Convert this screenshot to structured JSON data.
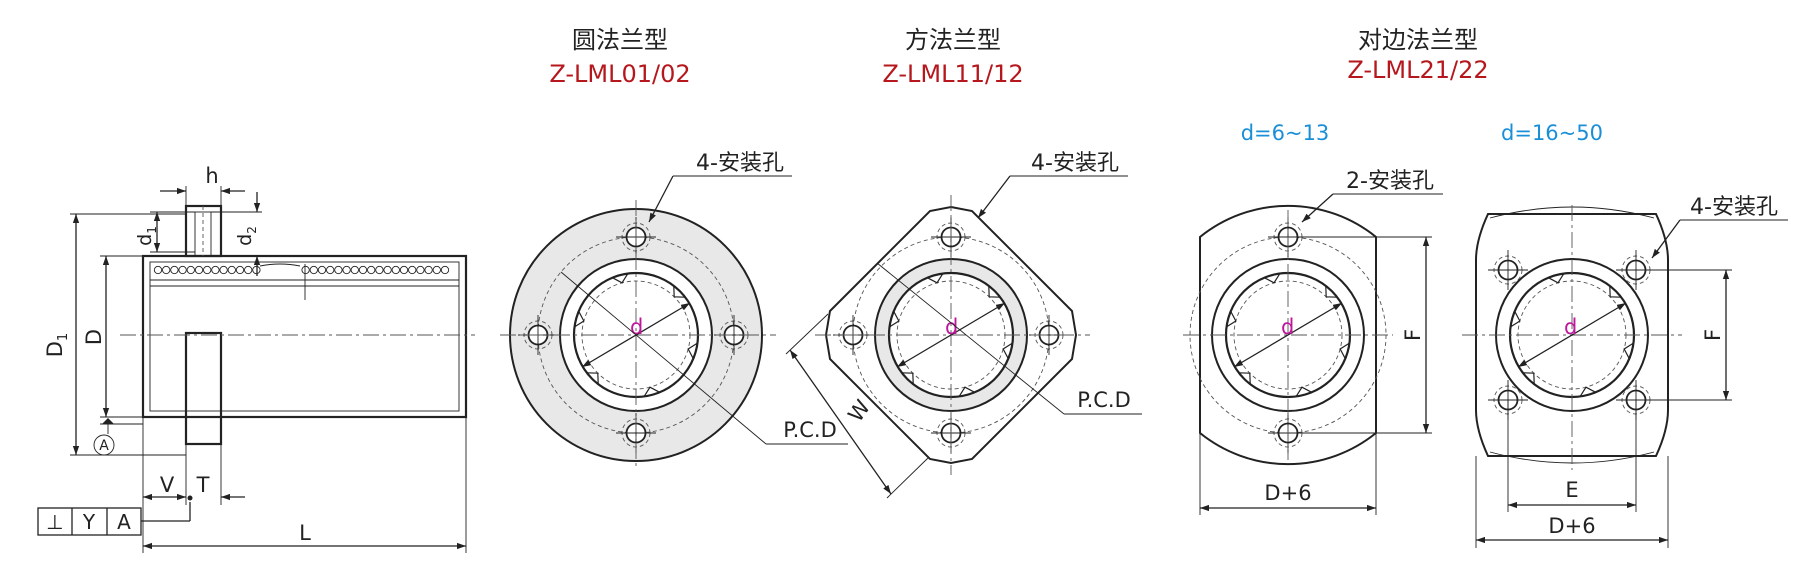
{
  "colors": {
    "title_red": "#b5171c",
    "range_blue": "#1a8fd8",
    "dim_magenta": "#c0169b",
    "flange_fill": "#e8e8e8"
  },
  "side_view": {
    "dims": {
      "h": "h",
      "d1": "d",
      "d1_sub": "1",
      "d2": "d",
      "d2_sub": "2",
      "D1": "D",
      "D1_sub": "1",
      "D": "D",
      "L": "L",
      "V": "V",
      "T": "T"
    },
    "datum": "A",
    "tolerance_frame": [
      "⊥",
      "Y",
      "A"
    ]
  },
  "round_flange": {
    "name": "圆法兰型",
    "code": "Z-LML01/02",
    "hole_label": "4-安装孔",
    "d": "d",
    "pcd": "P.C.D"
  },
  "square_flange": {
    "name": "方法兰型",
    "code": "Z-LML11/12",
    "hole_label": "4-安装孔",
    "d": "d",
    "pcd": "P.C.D",
    "W": "W"
  },
  "two_side_flange": {
    "name": "对边法兰型",
    "code": "Z-LML21/22",
    "small": {
      "range": "d=6~13",
      "hole_label": "2-安装孔",
      "d": "d",
      "F": "F",
      "width": "D+6"
    },
    "large": {
      "range": "d=16~50",
      "hole_label": "4-安装孔",
      "d": "d",
      "F": "F",
      "E": "E",
      "width": "D+6"
    }
  }
}
